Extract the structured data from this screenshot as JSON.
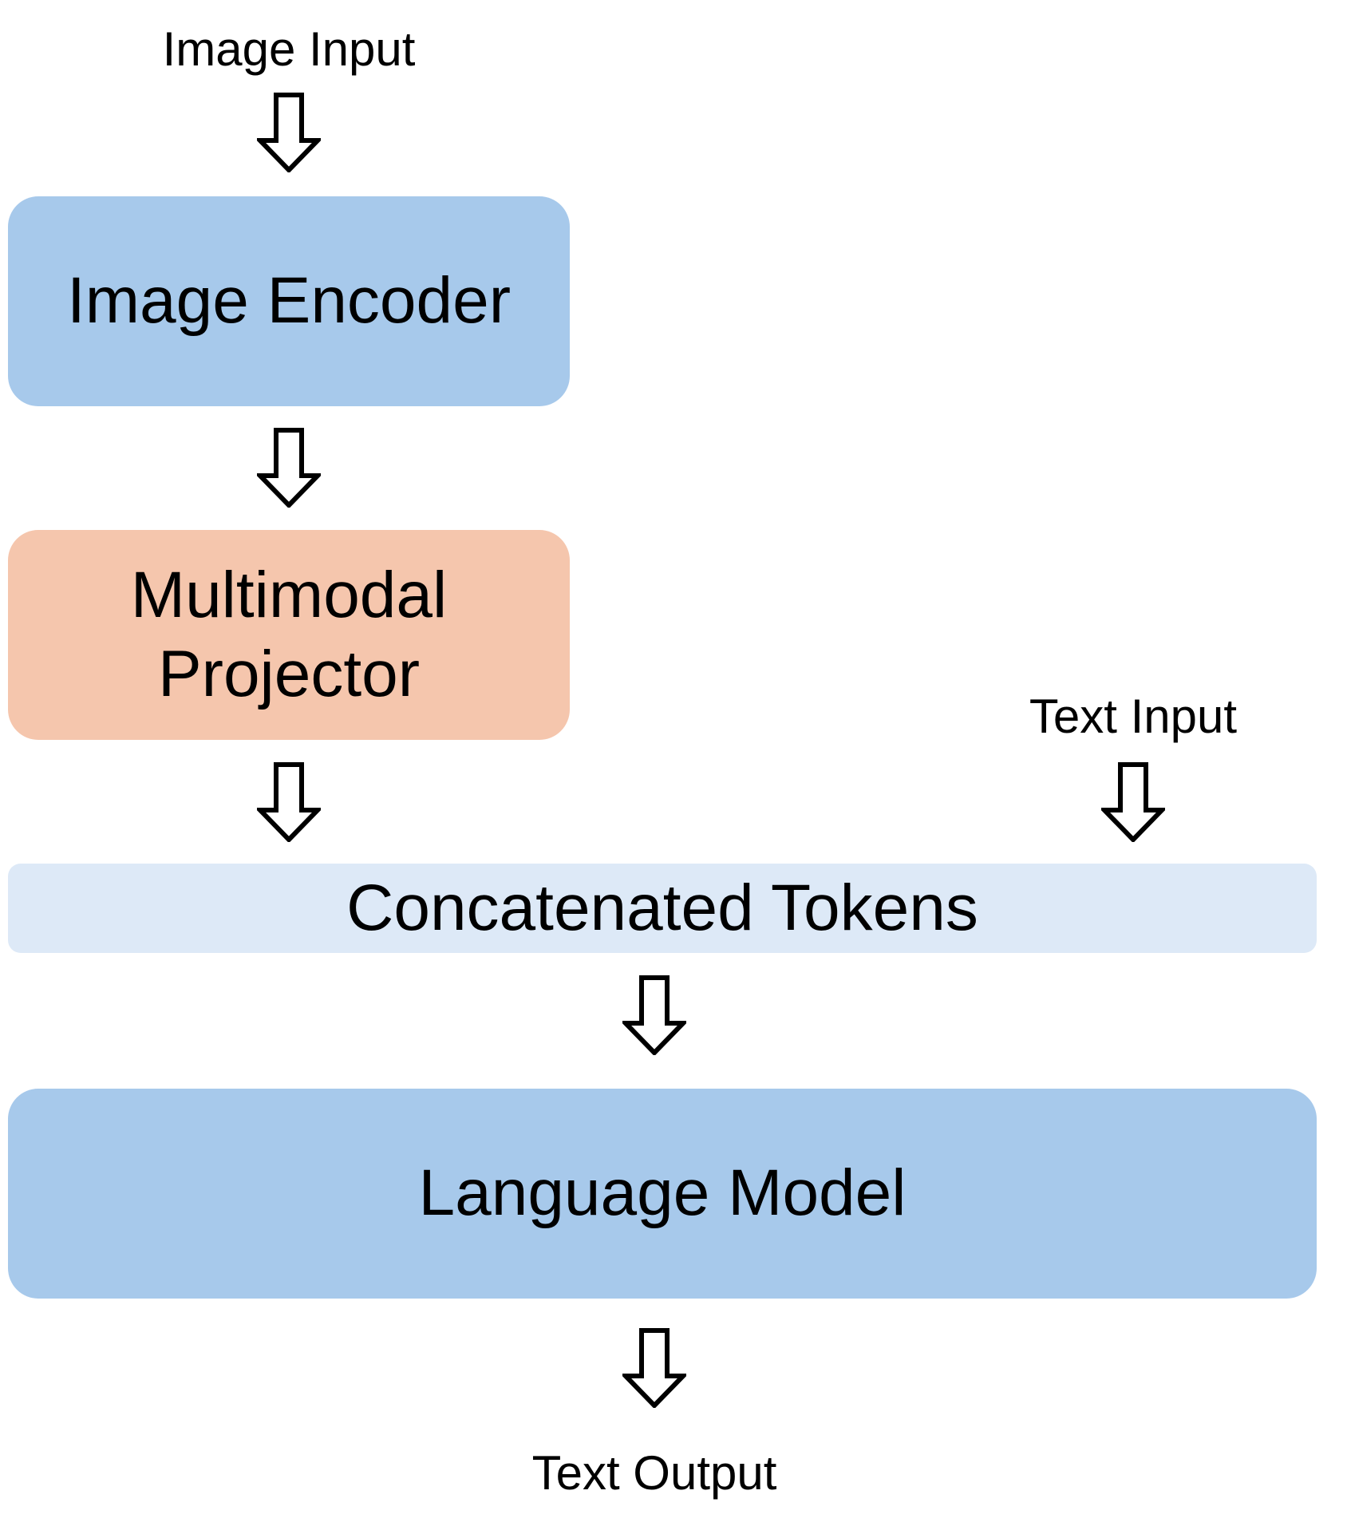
{
  "labels": {
    "image_input": "Image Input",
    "text_input": "Text Input",
    "text_output": "Text Output"
  },
  "boxes": {
    "image_encoder": "Image Encoder",
    "projector_line1": "Multimodal",
    "projector_line2": "Projector",
    "concatenated_tokens": "Concatenated Tokens",
    "language_model": "Language Model"
  },
  "colors": {
    "encoder_fill": "#a7c9eb",
    "projector_fill": "#f5c6ad",
    "tokens_fill": "#dde9f7",
    "language_model_fill": "#a7c9eb",
    "arrow_stroke": "#000000"
  },
  "icons": {
    "arrow": "hollow-down-arrow-icon"
  }
}
